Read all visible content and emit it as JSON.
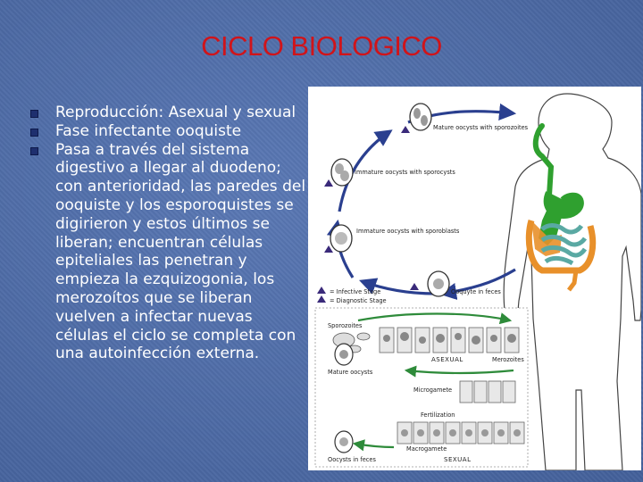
{
  "slide": {
    "title": "CICLO BIOLOGICO",
    "bullets": [
      "Reproducción: Asexual y sexual",
      "Fase infectante ooquiste",
      "Pasa a través del sistema digestivo a llegar al duodeno; con anterioridad, las paredes del ooquiste y los esporoquistes se digirieron y estos últimos se liberan; encuentran células epiteliales las penetran y empieza la ezquizogonia, los merozoítos que se liberan vuelven a infectar nuevas células el ciclo se completa con una autoinfección externa."
    ]
  },
  "figure": {
    "labels": {
      "mature_oocysts_top": "Mature oocysts with sporozoites",
      "immature_oocysts_1": "Immature oocysts with sporocysts",
      "immature_oocysts_2": "Immature oocysts with sporoblasts",
      "oocyst_feces_top": "Ooquyte in feces",
      "legend_infective": "= Infective Stage",
      "legend_diagnostic": "= Diagnostic Stage",
      "sporozoites": "Sporozoites",
      "mature_oocysts_bottom": "Mature oocysts",
      "asexual": "ASEXUAL",
      "merozoites": "Merozoites",
      "microgamete": "Microgamete",
      "fertilization": "Fertilization",
      "macrogamete": "Macrogamete",
      "oocyst_feces_bottom": "Oocysts in feces",
      "sexual": "SEXUAL"
    },
    "colors": {
      "digestive_tract": "#2fa02f",
      "intestine": "#5aa9a3",
      "colon": "#e8902a",
      "cycle_arrow": "#2a3f8f",
      "life_stage_arrow": "#2e8b3a",
      "stage_marker": "#3a2a7a"
    }
  }
}
